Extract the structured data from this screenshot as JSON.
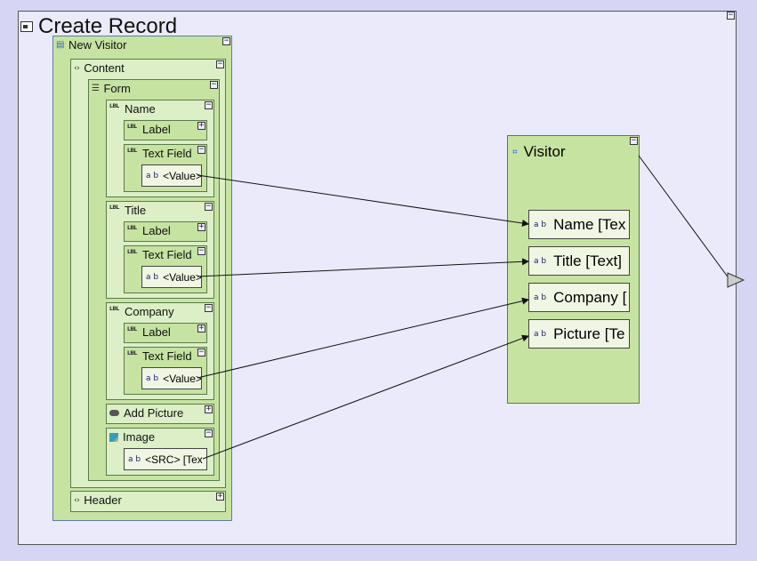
{
  "diagram": {
    "title": "Create Record",
    "form_tree": {
      "new_visitor": "New Visitor",
      "content": "Content",
      "form": "Form",
      "name": "Name",
      "title_group": "Title",
      "company": "Company",
      "label": "Label",
      "text_field": "Text Field",
      "value": "<Value>",
      "add_picture": "Add Picture",
      "image": "Image",
      "src": "<SRC> [Tex",
      "header": "Header"
    },
    "entity": {
      "name": "Visitor",
      "fields": [
        "Name [Tex",
        "Title [Text]",
        "Company [",
        "Picture [Te"
      ]
    },
    "icons": {
      "expand": "+",
      "collapse": "−",
      "text_attr": "a b",
      "label": "LBL"
    }
  }
}
